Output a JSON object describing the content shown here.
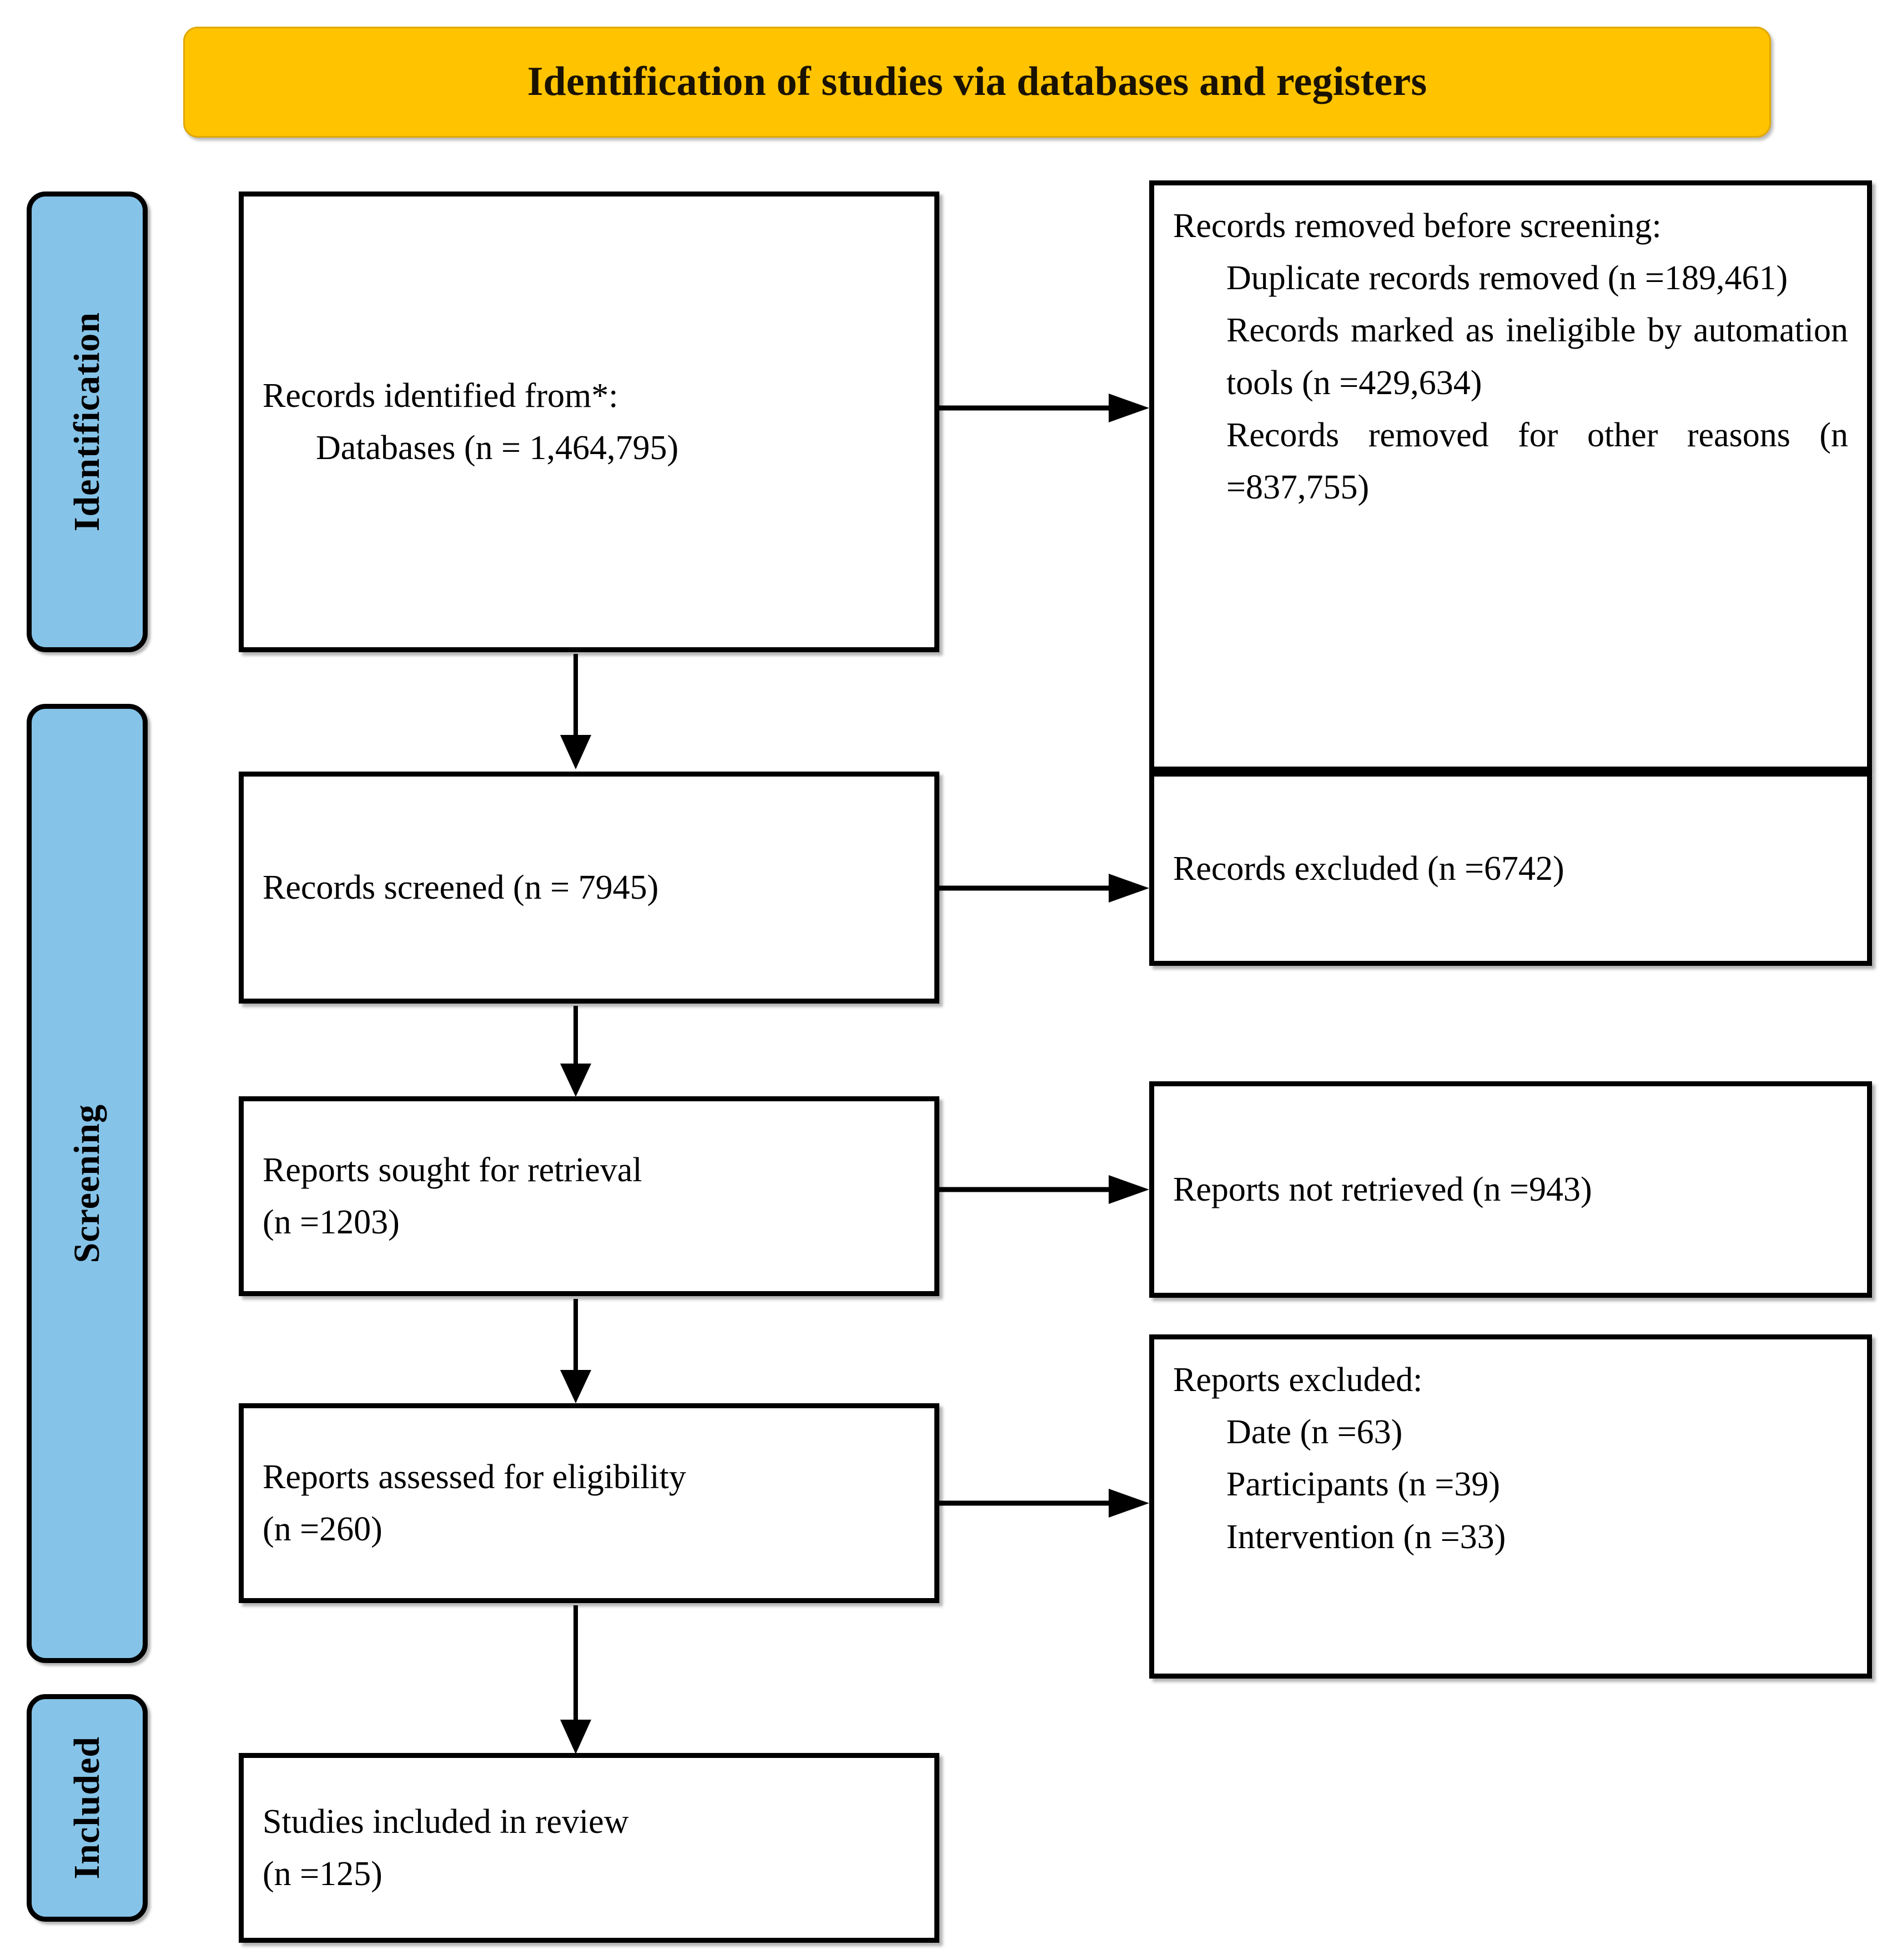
{
  "header": {
    "title": "Identification of studies via databases and registers",
    "bg_color": "#FFC300"
  },
  "phases": {
    "identification": "Identification",
    "screening": "Screening",
    "included": "Included",
    "bg_color": "#86C3E8"
  },
  "flow": {
    "identified": {
      "line1": "Records identified from*:",
      "line2": "Databases (n = 1,464,795)"
    },
    "removed_before_screening": {
      "heading": "Records removed before screening:",
      "item1": "Duplicate records removed (n =189,461)",
      "item2": "Records marked as ineligible by automation tools (n =429,634)",
      "item3": "Records removed for other reasons (n =837,755)"
    },
    "screened": {
      "line1": "Records screened (n = 7945)"
    },
    "records_excluded": {
      "line1": "Records excluded (n =6742)"
    },
    "sought_for_retrieval": {
      "line1": "Reports sought for retrieval",
      "line2": "(n =1203)"
    },
    "not_retrieved": {
      "line1": "Reports not retrieved (n =943)"
    },
    "assessed_for_eligibility": {
      "line1": "Reports assessed for eligibility",
      "line2": "(n =260)"
    },
    "reports_excluded": {
      "heading": "Reports excluded:",
      "item1": "Date (n =63)",
      "item2": "Participants (n =39)",
      "item3": "Intervention (n =33)"
    },
    "included_in_review": {
      "line1": "Studies included in review",
      "line2": "(n =125)"
    }
  },
  "chart_data": {
    "type": "diagram",
    "title": "Identification of studies via databases and registers",
    "nodes": [
      {
        "id": "identified",
        "label": "Records identified from*: Databases (n = 1,464,795)",
        "n": 1464795,
        "phase": "Identification"
      },
      {
        "id": "removed_before_screening",
        "label": "Records removed before screening",
        "phase": "Identification",
        "breakdown": [
          {
            "label": "Duplicate records removed",
            "n": 189461
          },
          {
            "label": "Records marked as ineligible by automation tools",
            "n": 429634
          },
          {
            "label": "Records removed for other reasons",
            "n": 837755
          }
        ]
      },
      {
        "id": "screened",
        "label": "Records screened",
        "n": 7945,
        "phase": "Screening"
      },
      {
        "id": "records_excluded",
        "label": "Records excluded",
        "n": 6742,
        "phase": "Screening"
      },
      {
        "id": "sought_for_retrieval",
        "label": "Reports sought for retrieval",
        "n": 1203,
        "phase": "Screening"
      },
      {
        "id": "not_retrieved",
        "label": "Reports not retrieved",
        "n": 943,
        "phase": "Screening"
      },
      {
        "id": "assessed_for_eligibility",
        "label": "Reports assessed for eligibility",
        "n": 260,
        "phase": "Screening"
      },
      {
        "id": "reports_excluded",
        "label": "Reports excluded",
        "phase": "Screening",
        "breakdown": [
          {
            "label": "Date",
            "n": 63
          },
          {
            "label": "Participants",
            "n": 39
          },
          {
            "label": "Intervention",
            "n": 33
          }
        ]
      },
      {
        "id": "included_in_review",
        "label": "Studies included in review",
        "n": 125,
        "phase": "Included"
      }
    ],
    "edges": [
      {
        "from": "identified",
        "to": "removed_before_screening",
        "direction": "right"
      },
      {
        "from": "identified",
        "to": "screened",
        "direction": "down"
      },
      {
        "from": "screened",
        "to": "records_excluded",
        "direction": "right"
      },
      {
        "from": "screened",
        "to": "sought_for_retrieval",
        "direction": "down"
      },
      {
        "from": "sought_for_retrieval",
        "to": "not_retrieved",
        "direction": "right"
      },
      {
        "from": "sought_for_retrieval",
        "to": "assessed_for_eligibility",
        "direction": "down"
      },
      {
        "from": "assessed_for_eligibility",
        "to": "reports_excluded",
        "direction": "right"
      },
      {
        "from": "assessed_for_eligibility",
        "to": "included_in_review",
        "direction": "down"
      }
    ]
  }
}
